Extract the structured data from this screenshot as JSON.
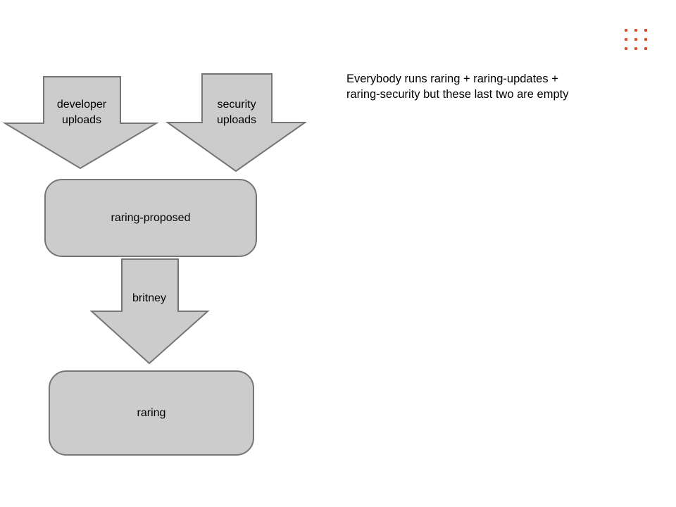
{
  "colors": {
    "background": "#ffffff",
    "shape_fill": "#cccccc",
    "shape_stroke": "#757575",
    "text": "#000000",
    "dots": "#e0502f"
  },
  "diagram": {
    "arrows": [
      {
        "id": "developer-uploads",
        "label": "developer uploads"
      },
      {
        "id": "security-uploads",
        "label": "security uploads"
      },
      {
        "id": "britney",
        "label": "britney"
      }
    ],
    "boxes": [
      {
        "id": "raring-proposed",
        "label": "raring-proposed"
      },
      {
        "id": "raring",
        "label": "raring"
      }
    ]
  },
  "annotation": {
    "lines": [
      "Everybody runs raring + raring-updates +",
      "raring-security but these last two are empty"
    ]
  },
  "decor": {
    "dot_grid": {
      "rows": 3,
      "cols": 3
    }
  }
}
